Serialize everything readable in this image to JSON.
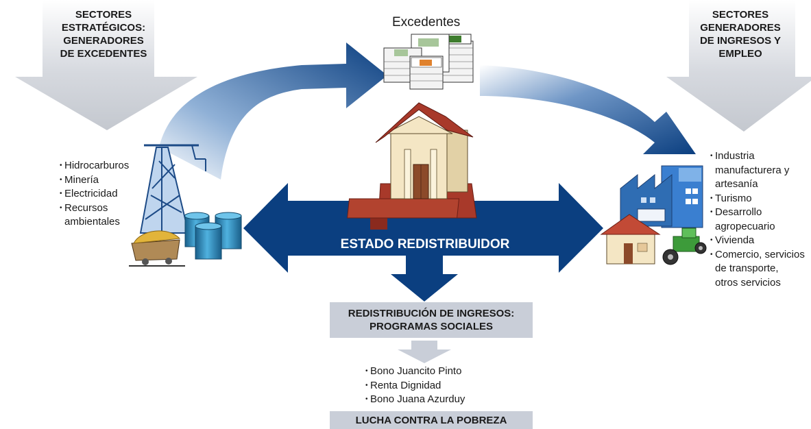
{
  "left_sector": {
    "header_lines": [
      "SECTORES",
      "ESTRATÉGICOS:",
      "GENERADORES",
      "DE EXCEDENTES"
    ],
    "items": [
      "Hidrocarburos",
      "Minería",
      "Electricidad",
      "Recursos",
      "ambientales"
    ]
  },
  "right_sector": {
    "header_lines": [
      "SECTORES",
      "GENERADORES",
      "DE INGRESOS Y",
      "EMPLEO"
    ],
    "items": [
      "Industria",
      "manufacturera y",
      "artesanía",
      "Turismo",
      "Desarrollo",
      "agropecuario",
      "Vivienda",
      "Comercio, servicios",
      "de transporte,",
      "otros servicios"
    ]
  },
  "center": {
    "surplus_label": "Excedentes",
    "state_label": "ESTADO REDISTRIBUIDOR"
  },
  "redistribution": {
    "box_lines": [
      "REDISTRIBUCIÓN DE INGRESOS:",
      "PROGRAMAS SOCIALES"
    ],
    "programs": [
      "Bono Juancito Pinto",
      "Renta Dignidad",
      "Bono Juana Azurduy"
    ],
    "footer": "LUCHA CONTRA LA POBREZA"
  },
  "colors": {
    "arrow_dark": "#0b3f80",
    "arrow_light": "#ffffff",
    "gray_arrow": "#cdd1d8",
    "box_gray": "#c9ced8",
    "building_roof": "#a8392a",
    "building_wall": "#f4e6c4",
    "pylon_blue": "#2f6db3",
    "barrel_blue": "#2a86b8",
    "tractor_green": "#3d9b3a",
    "factory_blue": "#3a7fd0"
  }
}
